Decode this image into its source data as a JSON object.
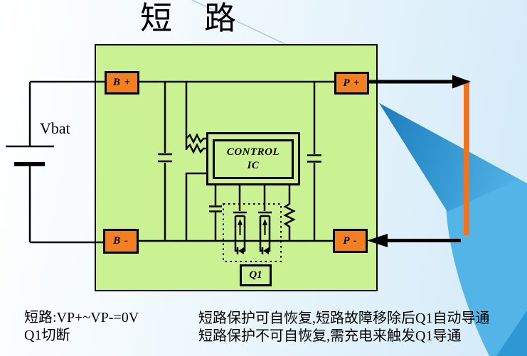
{
  "title": "短　路",
  "battery": {
    "label": "Vbat"
  },
  "board": {
    "ports": {
      "b_plus": "B +",
      "p_plus": "P +",
      "b_minus": "B -",
      "p_minus": "P -"
    },
    "control_ic": {
      "line1": "CONTROL",
      "line2": "IC"
    },
    "q1_label": "Q1"
  },
  "notes": {
    "left": [
      "短路:VP+~VP-=0V",
      "Q1切断"
    ],
    "right": [
      "短路保护可自恢复,短路故障移除后Q1自动导通",
      "短路保护不可自恢复,需充电来触发Q1导通"
    ]
  },
  "colors": {
    "board_green": "#cbf292",
    "port_orange": "#f28022",
    "bar_orange": "#f3731d",
    "swoosh_blue": "#53b4e7",
    "wedge_blue": "#1f82c0",
    "wire_black": "#000000"
  }
}
